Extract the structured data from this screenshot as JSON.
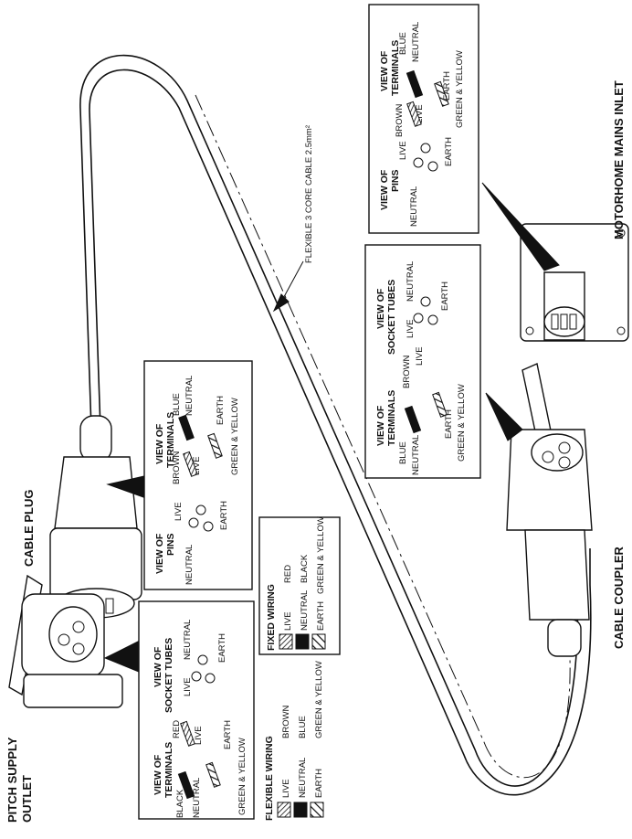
{
  "titles": {
    "pitch_supply_outlet_1": "PITCH SUPPLY",
    "pitch_supply_outlet_2": "OUTLET",
    "cable_plug": "CABLE PLUG",
    "cable_coupler": "CABLE COUPLER",
    "motorhome_mains_inlet": "MOTORHOME MAINS INLET",
    "cable_spec": "FLEXIBLE 3 CORE CABLE 2.5mm²"
  },
  "outlet_panel": {
    "terminals_heading_1": "VIEW OF",
    "terminals_heading_2": "TERMINALS",
    "sockets_heading_1": "VIEW OF",
    "sockets_heading_2": "SOCKET TUBES",
    "black": "BLACK",
    "neutral": "NEUTRAL",
    "red": "RED",
    "live": "LIVE",
    "earth": "EARTH",
    "green_yellow": "GREEN & YELLOW",
    "s_live": "LIVE",
    "s_neutral": "NEUTRAL",
    "s_earth": "EARTH"
  },
  "plug_panel": {
    "pins_heading_1": "VIEW OF",
    "pins_heading_2": "PINS",
    "terminals_heading_1": "VIEW OF",
    "terminals_heading_2": "TERMINALS",
    "p_neutral": "NEUTRAL",
    "p_live": "LIVE",
    "p_earth": "EARTH",
    "brown": "BROWN",
    "live": "LIVE",
    "blue": "BLUE",
    "neutral": "NEUTRAL",
    "earth": "EARTH",
    "green_yellow": "GREEN & YELLOW"
  },
  "coupler_panel": {
    "terminals_heading_1": "VIEW OF",
    "terminals_heading_2": "TERMINALS",
    "sockets_heading_1": "VIEW OF",
    "sockets_heading_2": "SOCKET TUBES",
    "blue": "BLUE",
    "neutral": "NEUTRAL",
    "brown": "BROWN",
    "live": "LIVE",
    "earth": "EARTH",
    "green_yellow": "GREEN & YELLOW",
    "s_live": "LIVE",
    "s_neutral": "NEUTRAL",
    "s_earth": "EARTH"
  },
  "inlet_panel": {
    "pins_heading_1": "VIEW OF",
    "pins_heading_2": "PINS",
    "terminals_heading_1": "VIEW OF",
    "terminals_heading_2": "TERMINALS",
    "p_neutral": "NEUTRAL",
    "p_live": "LIVE",
    "p_earth": "EARTH",
    "brown": "BROWN",
    "live": "LIVE",
    "blue": "BLUE",
    "neutral": "NEUTRAL",
    "earth": "EARTH",
    "green_yellow": "GREEN & YELLOW"
  },
  "legend_fixed": {
    "heading": "FIXED WIRING",
    "live": "LIVE",
    "live_colour": "RED",
    "neutral": "NEUTRAL",
    "neutral_colour": "BLACK",
    "earth": "EARTH",
    "earth_colour": "GREEN & YELLOW"
  },
  "legend_flexible": {
    "heading": "FLEXIBLE WIRING",
    "live": "LIVE",
    "live_colour": "BROWN",
    "neutral": "NEUTRAL",
    "neutral_colour": "BLUE",
    "earth": "EARTH",
    "earth_colour": "GREEN & YELLOW"
  }
}
